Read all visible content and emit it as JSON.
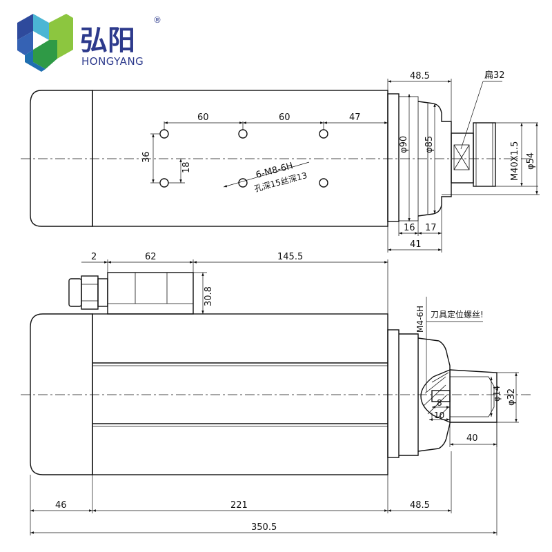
{
  "brand": {
    "name_cn": "弘阳",
    "name_en": "HONGYANG",
    "registered_mark": "®",
    "logo_colors": [
      "#2e4a9c",
      "#4bb6d4",
      "#8cc63f",
      "#2f9a46"
    ]
  },
  "top_view": {
    "dims": {
      "nose_length": "48.5",
      "flat": "扁32",
      "hole_spacing_1": "60",
      "hole_spacing_2": "60",
      "hole_spacing_3": "47",
      "hole_pitch_v": "36",
      "hole_half": "18",
      "hole_spec": "6-M8-6H",
      "hole_depth": "孔深15丝深13",
      "dia_90": "φ90",
      "dia_85": "φ85",
      "thread": "M40X1.5",
      "dia_54": "φ54",
      "len_16": "16",
      "len_17": "17",
      "len_41": "41"
    }
  },
  "side_view": {
    "dims": {
      "gap_2": "2",
      "box_62": "62",
      "len_145_5": "145.5",
      "box_height": "30.8",
      "screw_thread": "M4-6H",
      "tool_screw_note": "刀具定位螺丝!",
      "dia_14": "φ14",
      "dia_32": "φ32",
      "len_8": "8",
      "len_10": "10",
      "len_40": "40",
      "len_46": "46",
      "len_221": "221",
      "len_48_5": "48.5",
      "total": "350.5"
    }
  }
}
